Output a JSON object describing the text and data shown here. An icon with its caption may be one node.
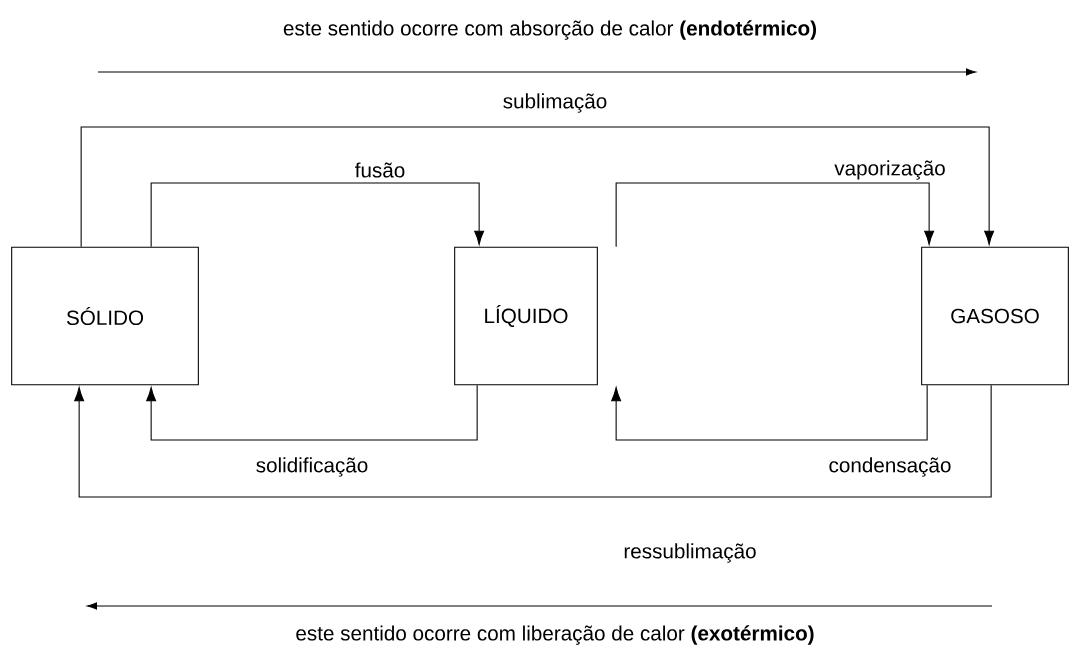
{
  "diagram": {
    "nodes": [
      {
        "text": [
          "SÓLIDO"
        ]
      },
      {
        "text": [
          "LÍQUIDO"
        ]
      },
      {
        "text": [
          "GASOSO"
        ]
      }
    ],
    "edges": [
      {
        "from": 0,
        "to": 2,
        "arrow": "to",
        "label": "sublimação"
      },
      {
        "from": 0,
        "to": 1,
        "arrow": "to",
        "label": "fusão"
      },
      {
        "from": 1,
        "to": 2,
        "arrow": "to",
        "label": "vaporização"
      },
      {
        "from": 1,
        "to": 0,
        "arrow": "to",
        "label": "solidificação"
      },
      {
        "from": 2,
        "to": 1,
        "arrow": "to",
        "label": "condensação"
      },
      {
        "from": 2,
        "to": 0,
        "arrow": "to",
        "label": "ressublimação"
      }
    ],
    "labels": [
      "este sentido ocorre com absorção de calor **(endotérmico)**",
      "este sentido ocorre com liberação de calor **(exotérmico)**"
    ]
  }
}
